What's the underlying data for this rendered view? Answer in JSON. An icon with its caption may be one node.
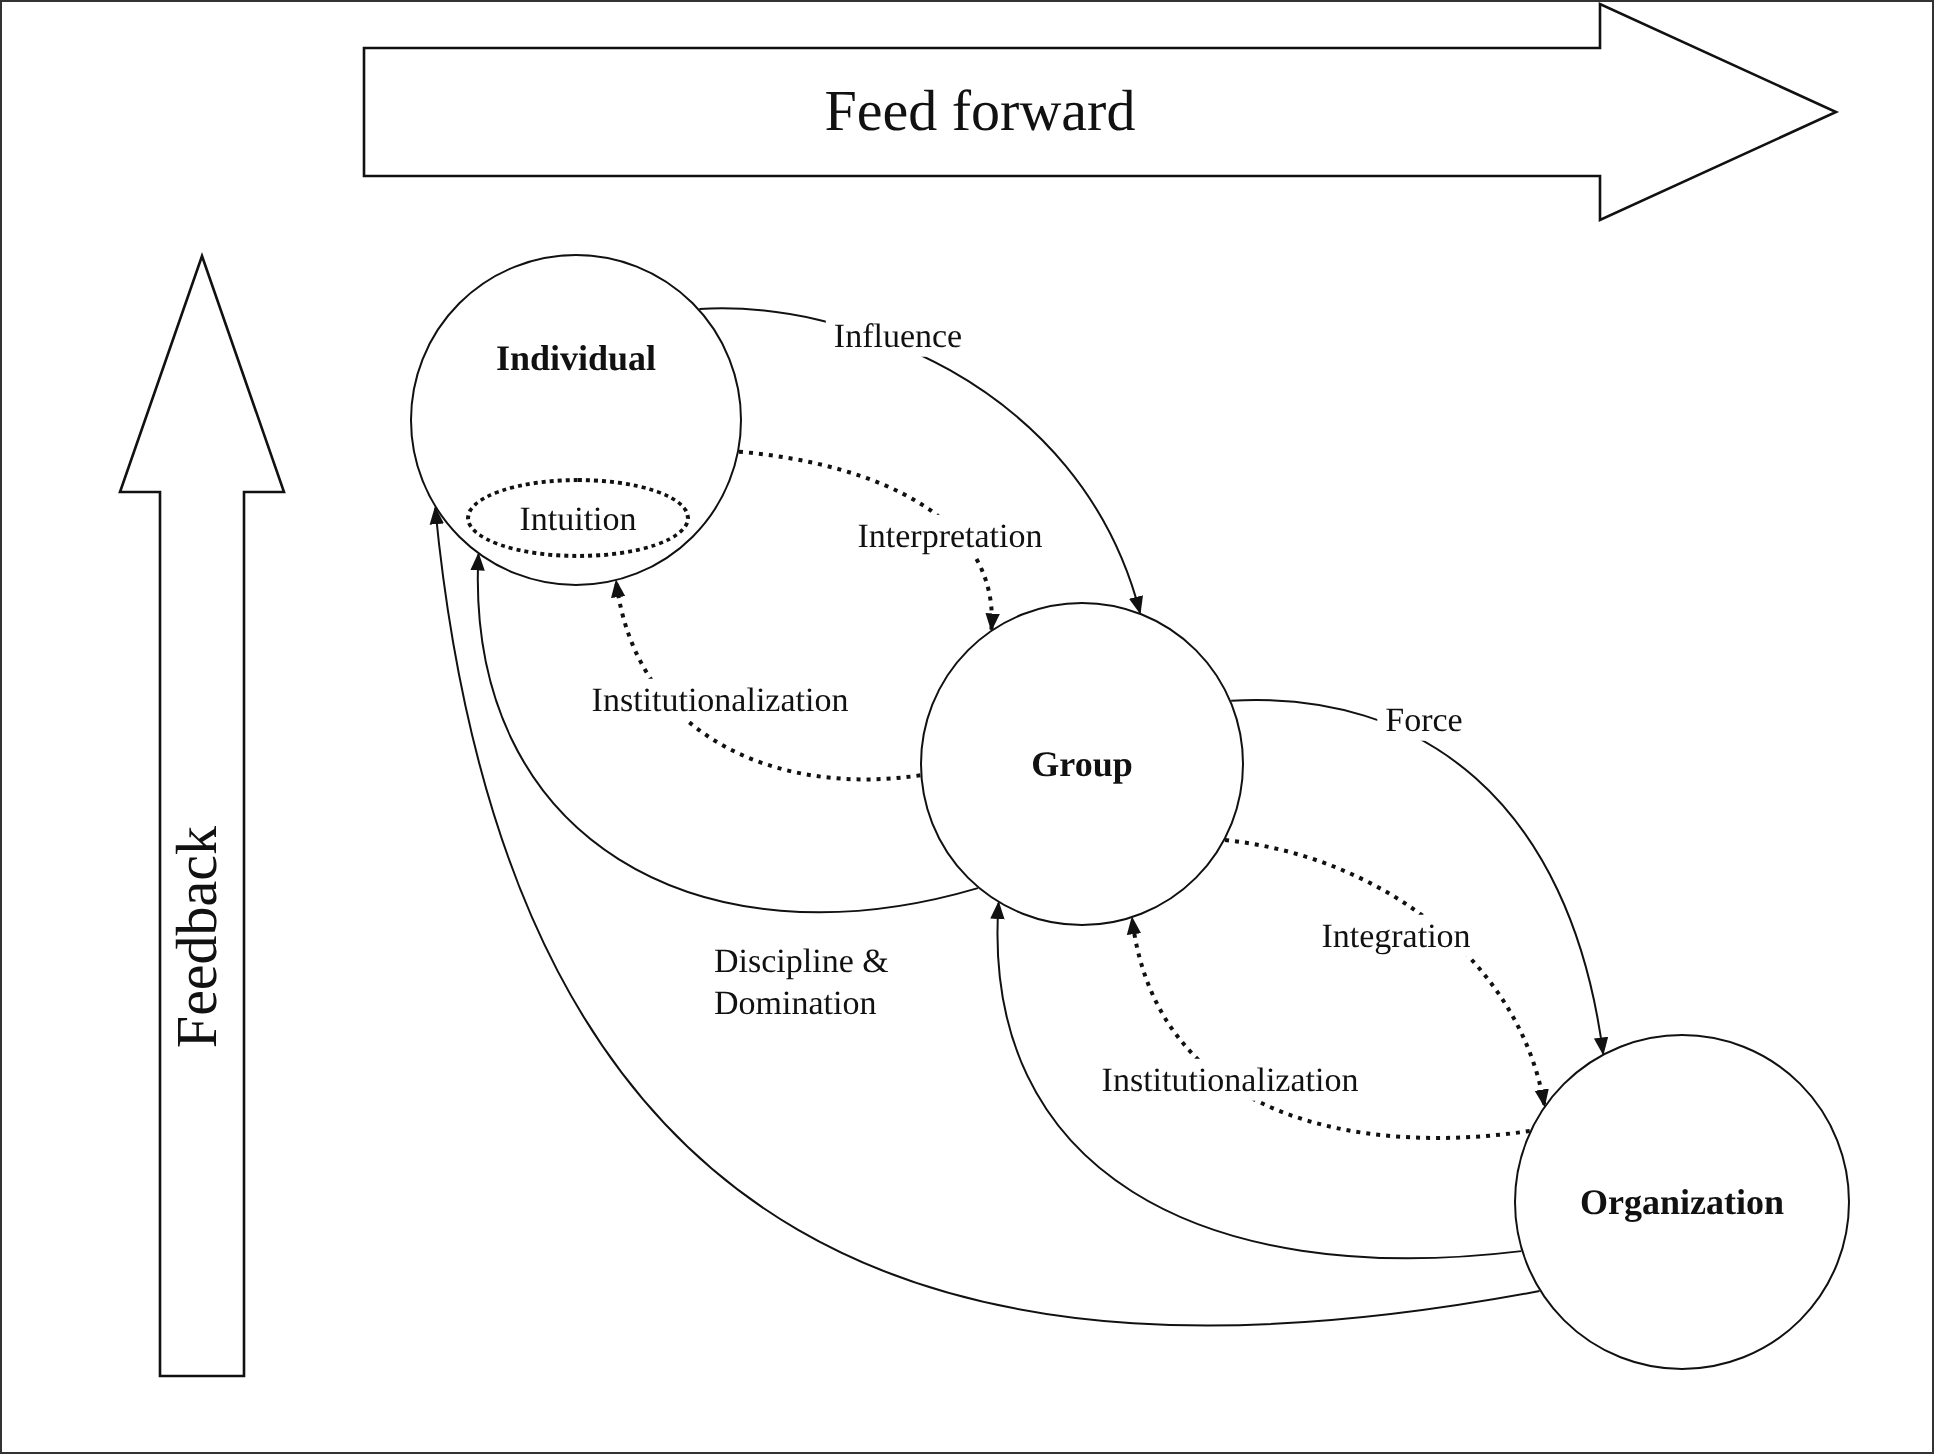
{
  "diagram": {
    "nodes": [
      {
        "text": [
          "Feed forward"
        ]
      },
      {
        "text": [
          "Feedback"
        ]
      },
      {
        "text": [
          "Individual"
        ]
      },
      {
        "text": [
          "Intuition"
        ],
        "in": 2
      },
      {
        "text": [
          "Group"
        ]
      },
      {
        "text": [
          "Organization"
        ]
      }
    ],
    "edges": [
      {
        "from": 2,
        "to": 4,
        "arrow": "to",
        "label": "Influence"
      },
      {
        "from": 2,
        "to": 4,
        "arrow": "to",
        "label": "Interpretation",
        "style": "dashed"
      },
      {
        "from": 4,
        "to": 2,
        "arrow": "to",
        "label": "Institutionalization",
        "style": "dashed"
      },
      {
        "from": 4,
        "to": 2,
        "arrow": "to"
      },
      {
        "from": 4,
        "to": 5,
        "arrow": "to",
        "label": "Force"
      },
      {
        "from": 4,
        "to": 5,
        "arrow": "to",
        "label": "Integration",
        "style": "dashed"
      },
      {
        "from": 5,
        "to": 4,
        "arrow": "to",
        "label": "Institutionalization",
        "style": "dashed"
      },
      {
        "from": 5,
        "to": 4,
        "arrow": "to"
      },
      {
        "from": 5,
        "to": 2,
        "arrow": "to"
      }
    ],
    "labels": [
      "Discipline & Domination"
    ]
  }
}
